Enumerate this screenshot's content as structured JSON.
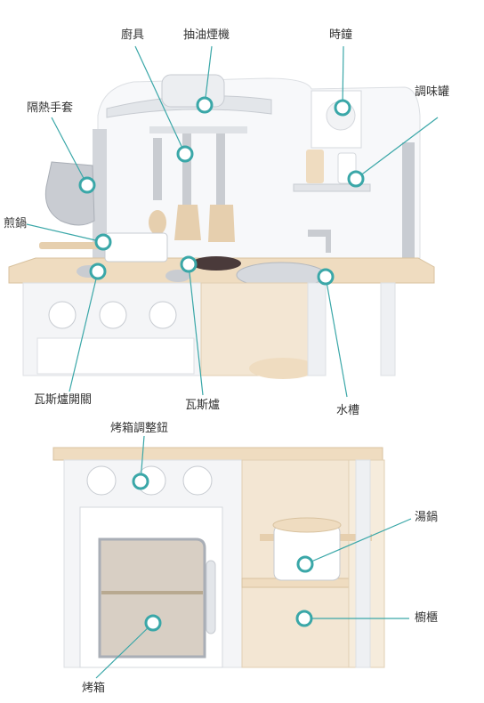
{
  "colors": {
    "accent": "#3aa7a8",
    "leader_line": "#3aa7a8",
    "text": "#333333",
    "cabinet_white": "#f4f5f7",
    "wood": "#efdcc0",
    "metal": "#c9ccd1"
  },
  "top_diagram": {
    "labels": {
      "utensils": "廚具",
      "range_hood": "抽油煙機",
      "clock": "時鐘",
      "oven_mitt": "隔熱手套",
      "spice_jars": "調味罐",
      "frying_pan": "煎鍋",
      "stove_knob": "瓦斯爐開關",
      "stove": "瓦斯爐",
      "sink": "水槽"
    }
  },
  "bottom_diagram": {
    "labels": {
      "oven_knob": "烤箱調整鈕",
      "soup_pot": "湯鍋",
      "cabinet": "櫥櫃",
      "oven": "烤箱"
    }
  }
}
